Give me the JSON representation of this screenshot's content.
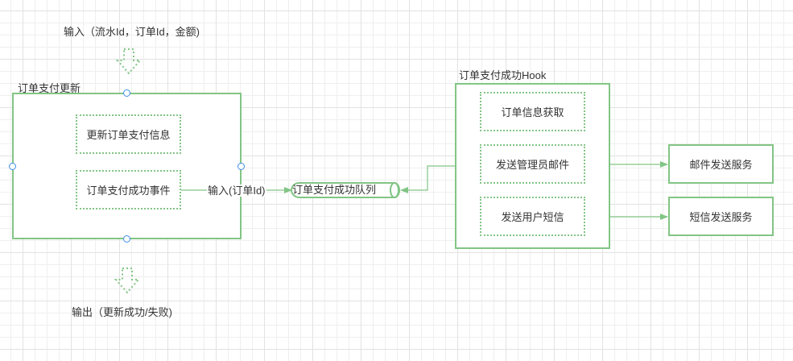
{
  "colors": {
    "stroke": "#82c585",
    "handle": "#3b8ee6",
    "text": "#333333",
    "grid_minor": "#efefef",
    "grid_major": "#e2e2e2"
  },
  "input_note": "输入（流水Id，订单Id，金额)",
  "output_note": "输出（更新成功/失败)",
  "update_group": {
    "title": "订单支付更新",
    "steps": [
      "更新订单支付信息",
      "订单支付成功事件"
    ]
  },
  "edge_label_to_queue": "输入(订单Id)",
  "queue": {
    "label": "订单支付成功队列"
  },
  "hook_group": {
    "title": "订单支付成功Hook",
    "steps": [
      "订单信息获取",
      "发送管理员邮件",
      "发送用户短信"
    ]
  },
  "services": [
    "邮件发送服务",
    "短信发送服务"
  ],
  "icons": {
    "input_arrow": "down-arrow-icon",
    "output_arrow": "down-arrow-icon"
  }
}
